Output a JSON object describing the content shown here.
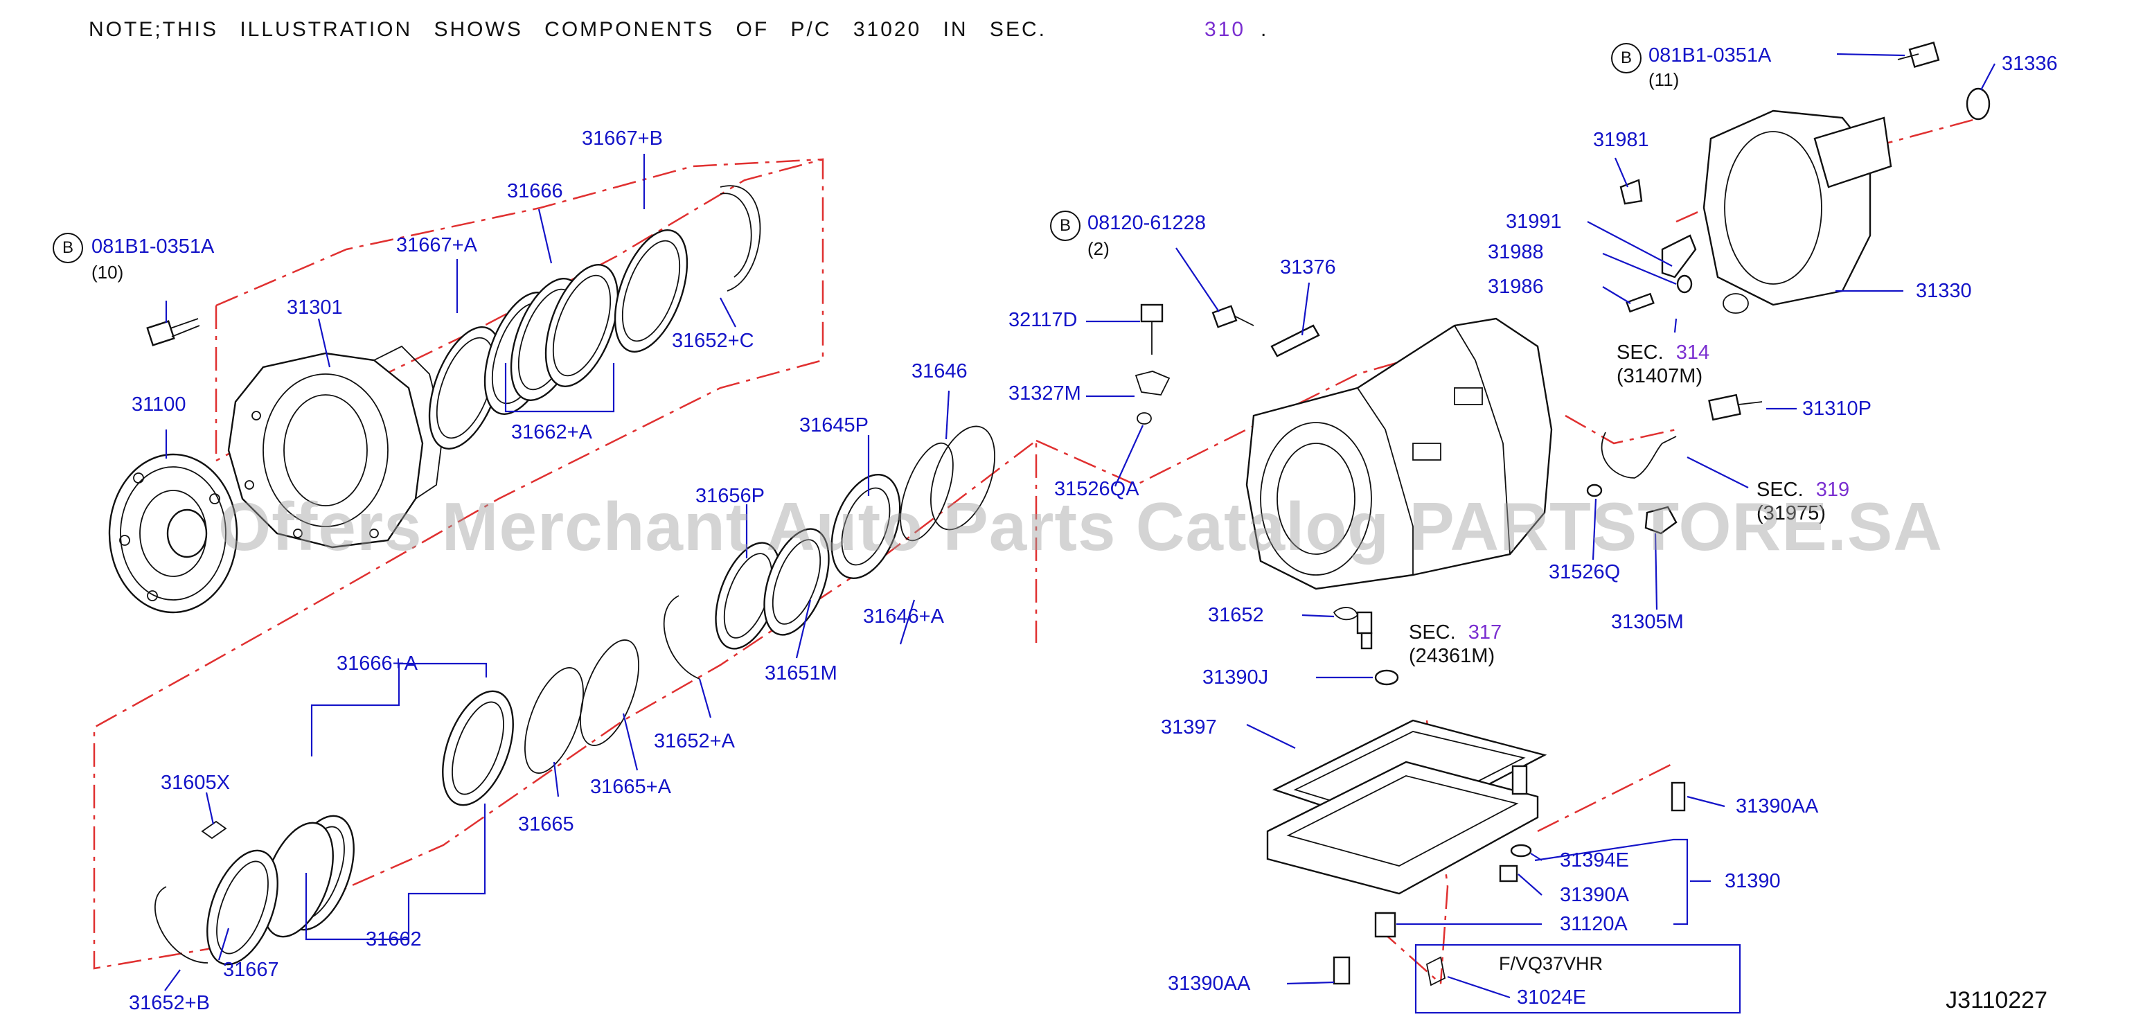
{
  "note": {
    "text": "NOTE;THIS ILLUSTRATION SHOWS COMPONENTS OF P/C 31020 IN SEC.",
    "section": "310",
    "period": "."
  },
  "bolts": [
    {
      "badge": "B",
      "part": "081B1-0351A",
      "qty": "(10)"
    },
    {
      "badge": "B",
      "part": "08120-61228",
      "qty": "(2)"
    },
    {
      "badge": "B",
      "part": "081B1-0351A",
      "qty": "(11)"
    }
  ],
  "parts": {
    "p31100": "31100",
    "p31301": "31301",
    "p31667_a": "31667+A",
    "p31666": "31666",
    "p31667_b": "31667+B",
    "p31652_c": "31652+C",
    "p31662_a": "31662+A",
    "p31646": "31646",
    "p31645p": "31645P",
    "p31656p": "31656P",
    "p31646_a": "31646+A",
    "p31651m": "31651M",
    "p31652_a": "31652+A",
    "p31666_a": "31666+A",
    "p31605x": "31605X",
    "p31665": "31665",
    "p31665_a": "31665+A",
    "p31662": "31662",
    "p31667": "31667",
    "p31652_b": "31652+B",
    "p32117d": "32117D",
    "p31327m": "31327M",
    "p31526qa": "31526QA",
    "p31376": "31376",
    "p31981": "31981",
    "p31991": "31991",
    "p31988": "31988",
    "p31986": "31986",
    "p31336": "31336",
    "p31330": "31330",
    "p31310p": "31310P",
    "p31526q": "31526Q",
    "p31305m": "31305M",
    "p31652": "31652",
    "p31390j": "31390J",
    "p31397": "31397",
    "p31390aa_1": "31390AA",
    "p31394e": "31394E",
    "p31390a": "31390A",
    "p31390": "31390",
    "p31120a": "31120A",
    "p31390aa_2": "31390AA",
    "p31024e": "31024E"
  },
  "sections": [
    {
      "label": "SEC.",
      "num": "314",
      "sub": "(31407M)"
    },
    {
      "label": "SEC.",
      "num": "319",
      "sub": "(31975)"
    },
    {
      "label": "SEC.",
      "num": "317",
      "sub": "(24361M)"
    }
  ],
  "variant": "F/VQ37VHR",
  "drawing_code": "J3110227",
  "watermark": "Offers Merchant Auto Parts Catalog PARTSTORE.SA",
  "colors": {
    "label": "#1414c8",
    "section": "#7a2fd0",
    "dash": "#e03030",
    "line": "#111111"
  }
}
